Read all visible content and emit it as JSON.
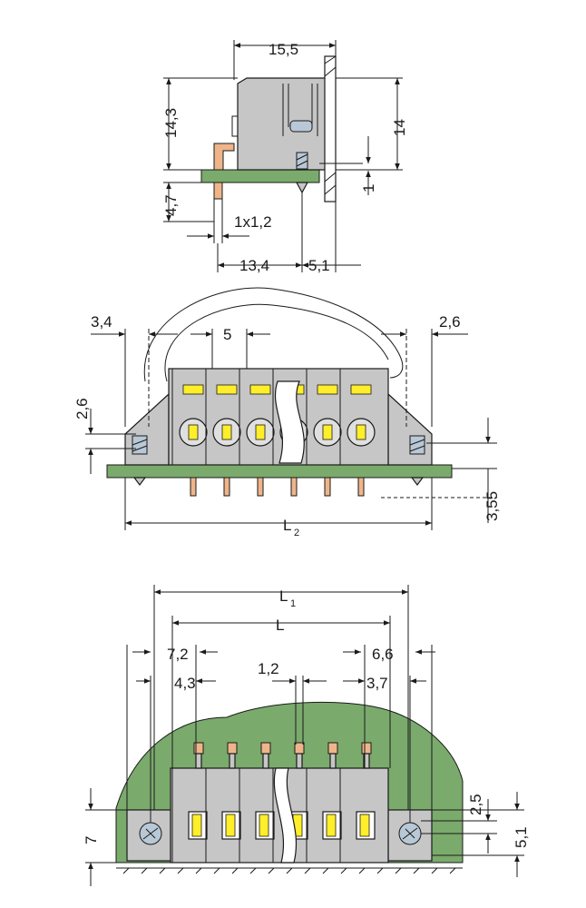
{
  "side_view": {
    "width_label": "15,5",
    "height_label": "14,3",
    "height_right_label": "14",
    "pin_length_label": "4,7",
    "small_gap_label": "1",
    "pin_section_label": "1x1,2",
    "pin_offset_label": "13,4",
    "flange_offset_label": "5,1"
  },
  "front_view": {
    "left_margin_label": "3,4",
    "pitch_label": "5",
    "right_margin_label": "2,6",
    "screw_height_label": "2,6",
    "pin_length_label": "3,55",
    "total_length_label": "L",
    "total_length_sub": "2"
  },
  "bottom_view": {
    "l1_label": "L",
    "l1_sub": "1",
    "l_label": "L",
    "left_flange_label": "7,2",
    "right_flange_label": "6,6",
    "left_hole_label": "4,3",
    "pin_width_label": "1,2",
    "right_hole_label": "3,7",
    "depth_label": "7",
    "screw_offset_label": "2,5",
    "flange_depth_label": "5,1"
  },
  "colors": {
    "housing": "#c6c6c6",
    "pcb": "#7aaa6c",
    "pin": "#efb58a",
    "marker": "#ffee2a",
    "screw": "#b8c8d6"
  }
}
